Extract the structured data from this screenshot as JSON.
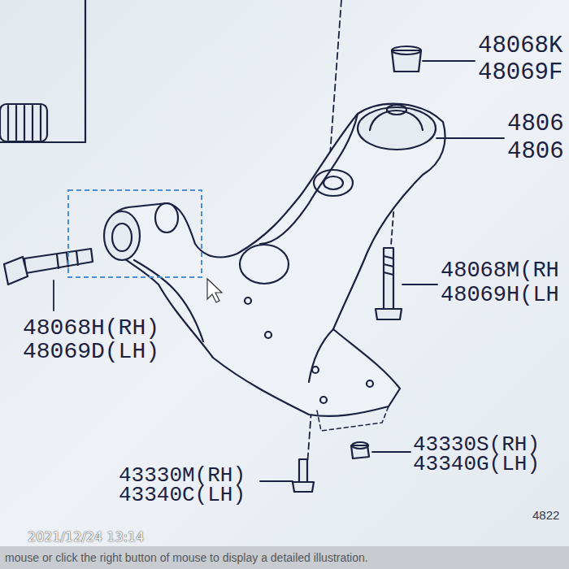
{
  "diagram": {
    "labels": [
      "48068K",
      "48069F",
      "4806",
      "4806",
      "48068M(RH",
      "48069H(LH",
      "48068H(RH)",
      "48069D(LH)",
      "43330S(RH)",
      "43340G(LH)",
      "43330M(RH)",
      "43340C(LH)",
      "4822",
      "2021/12/24 13:14",
      "mouse or click the right button of mouse to display a detailed illustration."
    ]
  }
}
